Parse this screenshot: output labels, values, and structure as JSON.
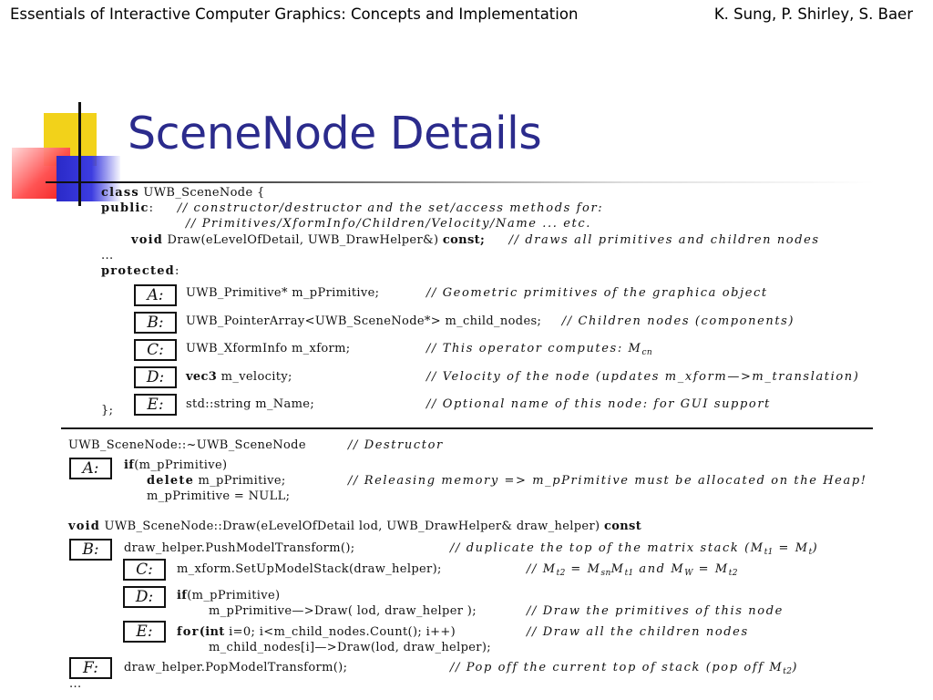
{
  "header": {
    "course_title": "Essentials of Interactive Computer Graphics: Concepts and Implementation",
    "authors": "K. Sung, P. Shirley, S. Baer"
  },
  "slide": {
    "title": "SceneNode Details"
  },
  "class_decl": {
    "l1_kw": "class",
    "l1_rest": "UWB_SceneNode {",
    "l2_kw": "public",
    "l2_colon": ":",
    "l2_comment": "// constructor/destructor and the set/access methods for:",
    "l3_comment": "//     Primitives/XformInfo/Children/Velocity/Name ... etc.",
    "l4_kw1": "void",
    "l4_mid": "Draw(eLevelOfDetail, UWB_DrawHelper&)",
    "l4_kw2": "const;",
    "l4_comment": "// draws all primitives and children nodes",
    "l5": "...",
    "l6_kw": "protected",
    "l6_colon": ":",
    "end": "};",
    "members": [
      {
        "label": "A:",
        "code": "UWB_Primitive* m_pPrimitive;",
        "comment": "// Geometric primitives of the graphica object"
      },
      {
        "label": "B:",
        "code": "UWB_PointerArray<UWB_SceneNode*> m_child_nodes;",
        "comment": "// Children nodes (components)"
      },
      {
        "label": "C:",
        "code": "UWB_XformInfo m_xform;",
        "comment": "// This operator computes: M",
        "sub": "cn"
      },
      {
        "label": "D:",
        "code_kw": "vec3",
        "code": " m_velocity;",
        "comment": "// Velocity of the node (updates m_xform—>m_translation)"
      },
      {
        "label": "E:",
        "code": "std::string m_Name;",
        "comment": "// Optional name of this node: for GUI support"
      }
    ]
  },
  "destructor": {
    "sig": "UWB_SceneNode::~UWB_SceneNode",
    "sig_comment": "// Destructor",
    "label": "A:",
    "if_kw": "if",
    "if_rest": "(m_pPrimitive)",
    "del_kw": "delete",
    "del_rest": "m_pPrimitive;",
    "del_comment": "// Releasing memory => m_pPrimitive must be allocated on the Heap!",
    "null_line": "m_pPrimitive = NULL;"
  },
  "draw_impl": {
    "sig_kw1": "void",
    "sig_mid": "UWB_SceneNode::Draw(eLevelOfDetail lod, UWB_DrawHelper& draw_helper)",
    "sig_kw2": "const",
    "rows": [
      {
        "label": "B:",
        "code": "draw_helper.PushModelTransform();",
        "comment": "// duplicate the top of the matrix stack (M",
        "sub1": "t1",
        "mid": " = M",
        "sub2": "t",
        "tail": ")"
      },
      {
        "label": "C:",
        "code": "m_xform.SetUpModelStack(draw_helper);",
        "comment": "// M",
        "sub1": "t2",
        "mid": " = M",
        "sub2": "sn",
        "mid2": "M",
        "sub3": "t1",
        "and": " and M",
        "sub4": "W",
        "mid3": " = M",
        "sub5": "t2"
      },
      {
        "label": "D:",
        "code_kw": "if",
        "code": "(m_pPrimitive)",
        "code2": "m_pPrimitive—>Draw( lod, draw_helper );",
        "comment": "// Draw the primitives of this node"
      },
      {
        "label": "E:",
        "code_kw": "for",
        "code_kw2": "(int",
        "code": " i=0; i<m_child_nodes.Count(); i++)",
        "code2": "m_child_nodes[i]—>Draw(lod, draw_helper);",
        "comment": "// Draw all the children nodes"
      },
      {
        "label": "F:",
        "code": "draw_helper.PopModelTransform();",
        "comment": "// Pop off the current top of stack (pop off M",
        "sub1": "t2",
        "tail": ")"
      }
    ],
    "ellipsis": "..."
  }
}
